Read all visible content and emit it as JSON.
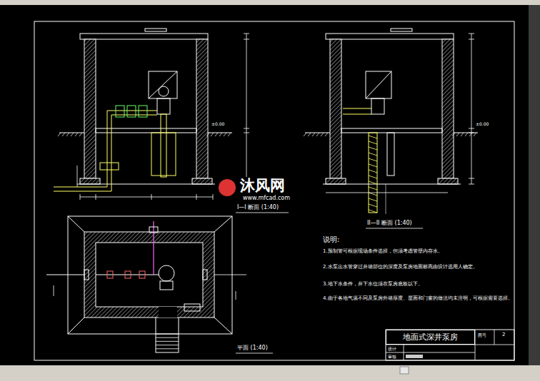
{
  "diagram": {
    "nodes": [
      {
        "text": [
          "地面式深井泵房"
        ]
      }
    ],
    "labels": [
      "I—I 断面 (1:40)",
      "II—II 断面 (1:40)",
      "平面 (1:40)",
      "说明:",
      "1.预制管可根据现场条件选择，但须考虑管壁内存水。",
      "2.水泵出水管穿过井墙部位的深度及泵房地面标高由设计选用人确定。",
      "3.地下水条件，井下水位须在泵房底板以下。",
      "4.由于各地气温不同及泵房外墙厚度、屋面和门窗的做法均未注明，可根据需要选择。",
      "图号",
      "2",
      "设计",
      "审核",
      "沐风网",
      "www.mfcad.com",
      "±0.00",
      "±0.00"
    ]
  }
}
